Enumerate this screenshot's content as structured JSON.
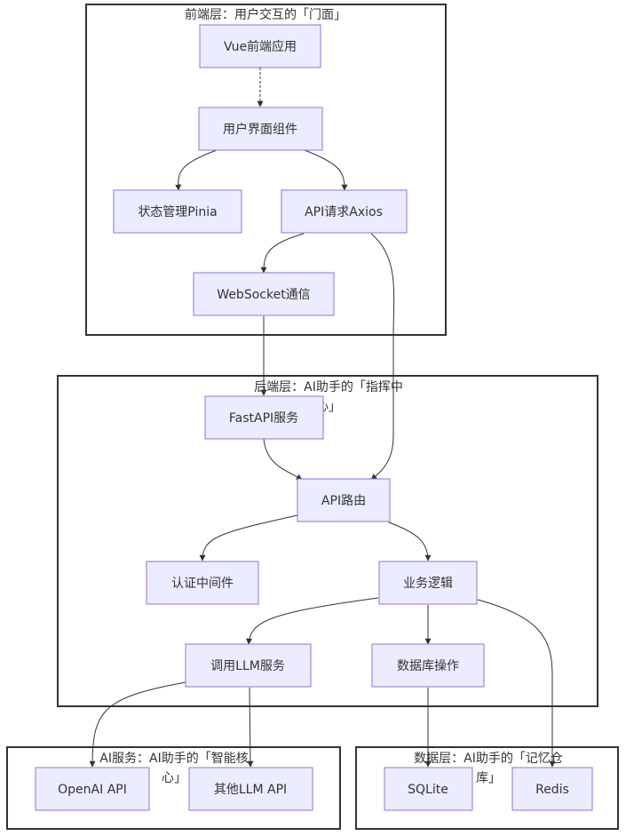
{
  "clusters": {
    "frontend": {
      "title_line1": "前端层：用户交互的「门面」",
      "title_line2": ""
    },
    "backend": {
      "title_line1": "后端层：AI助手的「指挥中",
      "title_line2": "心」"
    },
    "ai": {
      "title_line1": "AI服务：AI助手的「智能核",
      "title_line2": "心」"
    },
    "data": {
      "title_line1": "数据层：AI助手的「记忆仓",
      "title_line2": "库」"
    }
  },
  "nodes": {
    "vue": "Vue前端应用",
    "ui": "用户界面组件",
    "pinia": "状态管理Pinia",
    "axios": "API请求Axios",
    "websocket": "WebSocket通信",
    "fastapi": "FastAPI服务",
    "router": "API路由",
    "auth": "认证中间件",
    "logic": "业务逻辑",
    "llm": "调用LLM服务",
    "db": "数据库操作",
    "openai": "OpenAI API",
    "otherllm": "其他LLM API",
    "sqlite": "SQLite",
    "redis": "Redis"
  },
  "edges": [
    {
      "from": "vue",
      "to": "ui"
    },
    {
      "from": "ui",
      "to": "pinia"
    },
    {
      "from": "ui",
      "to": "axios"
    },
    {
      "from": "axios",
      "to": "websocket"
    },
    {
      "from": "axios",
      "to": "router"
    },
    {
      "from": "websocket",
      "to": "fastapi"
    },
    {
      "from": "fastapi",
      "to": "router"
    },
    {
      "from": "router",
      "to": "auth"
    },
    {
      "from": "router",
      "to": "logic"
    },
    {
      "from": "logic",
      "to": "llm"
    },
    {
      "from": "logic",
      "to": "db"
    },
    {
      "from": "logic",
      "to": "redis"
    },
    {
      "from": "llm",
      "to": "openai"
    },
    {
      "from": "llm",
      "to": "otherllm"
    },
    {
      "from": "db",
      "to": "sqlite"
    }
  ],
  "colors": {
    "node_fill": "#ececff",
    "node_stroke": "#9370db",
    "edge": "#333333",
    "cluster_stroke": "#333333"
  }
}
